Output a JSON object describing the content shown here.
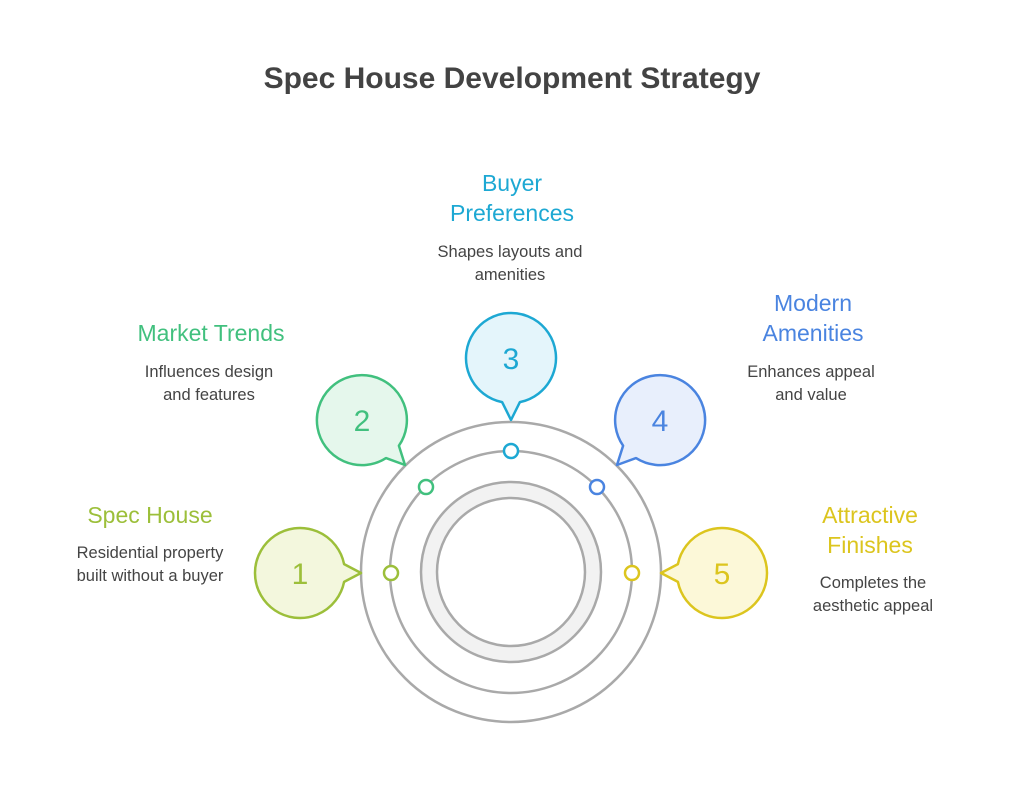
{
  "title": "Spec House Development Strategy",
  "steps": [
    {
      "number": "1",
      "title_lines": [
        "Spec House"
      ],
      "desc_lines": [
        "Residential property",
        "built without a buyer"
      ],
      "color": "#9cbf3a",
      "fill": "#f3f7dd"
    },
    {
      "number": "2",
      "title_lines": [
        "Market Trends"
      ],
      "desc_lines": [
        "Influences design",
        "and features"
      ],
      "color": "#41c07e",
      "fill": "#e5f7ec"
    },
    {
      "number": "3",
      "title_lines": [
        "Buyer",
        "Preferences"
      ],
      "desc_lines": [
        "Shapes layouts and",
        "amenities"
      ],
      "color": "#1da8d3",
      "fill": "#e4f5fb"
    },
    {
      "number": "4",
      "title_lines": [
        "Modern",
        "Amenities"
      ],
      "desc_lines": [
        "Enhances appeal",
        "and value"
      ],
      "color": "#4a84e0",
      "fill": "#e8effc"
    },
    {
      "number": "5",
      "title_lines": [
        "Attractive",
        "Finishes"
      ],
      "desc_lines": [
        "Completes the",
        "aesthetic appeal"
      ],
      "color": "#dcc51e",
      "fill": "#fcf8d8"
    }
  ]
}
